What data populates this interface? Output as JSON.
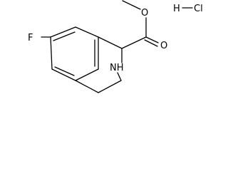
{
  "structure": {
    "atoms": {
      "fluorine": "F",
      "amine": "NH",
      "carbonyl_oxygen": "O",
      "ester_oxygen": "O",
      "hydrogen": "H",
      "chlorine": "Cl"
    },
    "colors": {
      "line": "#000000",
      "background": "#ffffff"
    }
  }
}
